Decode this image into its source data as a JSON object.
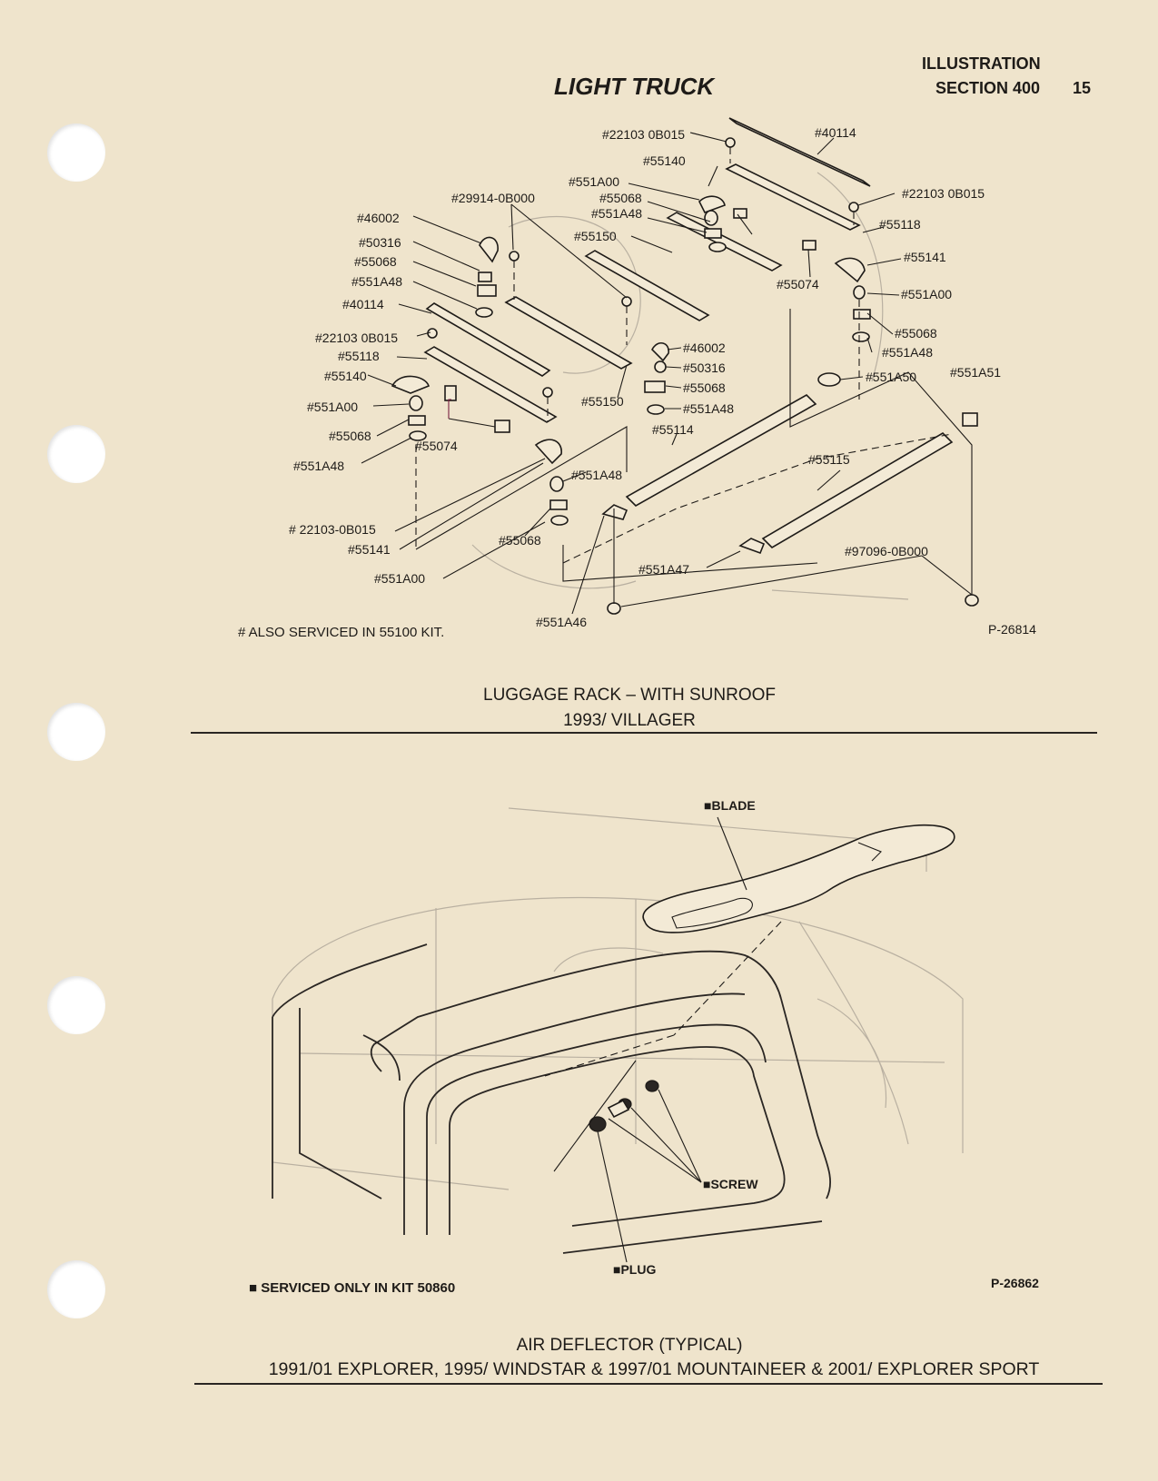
{
  "header": {
    "section_top": "ILLUSTRATION",
    "section": "SECTION 400",
    "page_number": "15",
    "title": "LIGHT TRUCK"
  },
  "diagram1": {
    "labels": [
      "#22103 0B015",
      "#40114",
      "#55140",
      "#551A00",
      "#22103 0B015",
      "#55068",
      "#29914-0B000",
      "#551A48",
      "#55118",
      "#46002",
      "#55150",
      "#50316",
      "#55141",
      "#55068",
      "#55074",
      "#551A48",
      "#551A00",
      "#40114",
      "#55068",
      "#22103 0B015",
      "#551A48",
      "#46002",
      "#55118",
      "#50316",
      "#55140",
      "#55068",
      "#551A50",
      "#551A51",
      "#551A00",
      "#55150",
      "#551A48",
      "#55068",
      "#55114",
      "#55074",
      "#551A48",
      "#55115",
      "#551A48",
      "# 22103-0B015",
      "#55068",
      "#55141",
      "#97096-0B000",
      "#551A47",
      "#551A00",
      "#551A46",
      "P-26814"
    ],
    "note": "# ALSO SERVICED IN 55100 KIT.",
    "caption_line1": "LUGGAGE RACK – WITH SUNROOF",
    "caption_line2": "1993/ VILLAGER"
  },
  "diagram2": {
    "labels": [
      "■BLADE",
      "■SCREW",
      "■PLUG",
      "P-26862"
    ],
    "note": "■ SERVICED ONLY IN KIT 50860",
    "caption_line1": "AIR DEFLECTOR (TYPICAL)",
    "caption_line2": "1991/01 EXPLORER, 1995/ WINDSTAR & 1997/01 MOUNTAINEER & 2001/ EXPLORER SPORT"
  }
}
